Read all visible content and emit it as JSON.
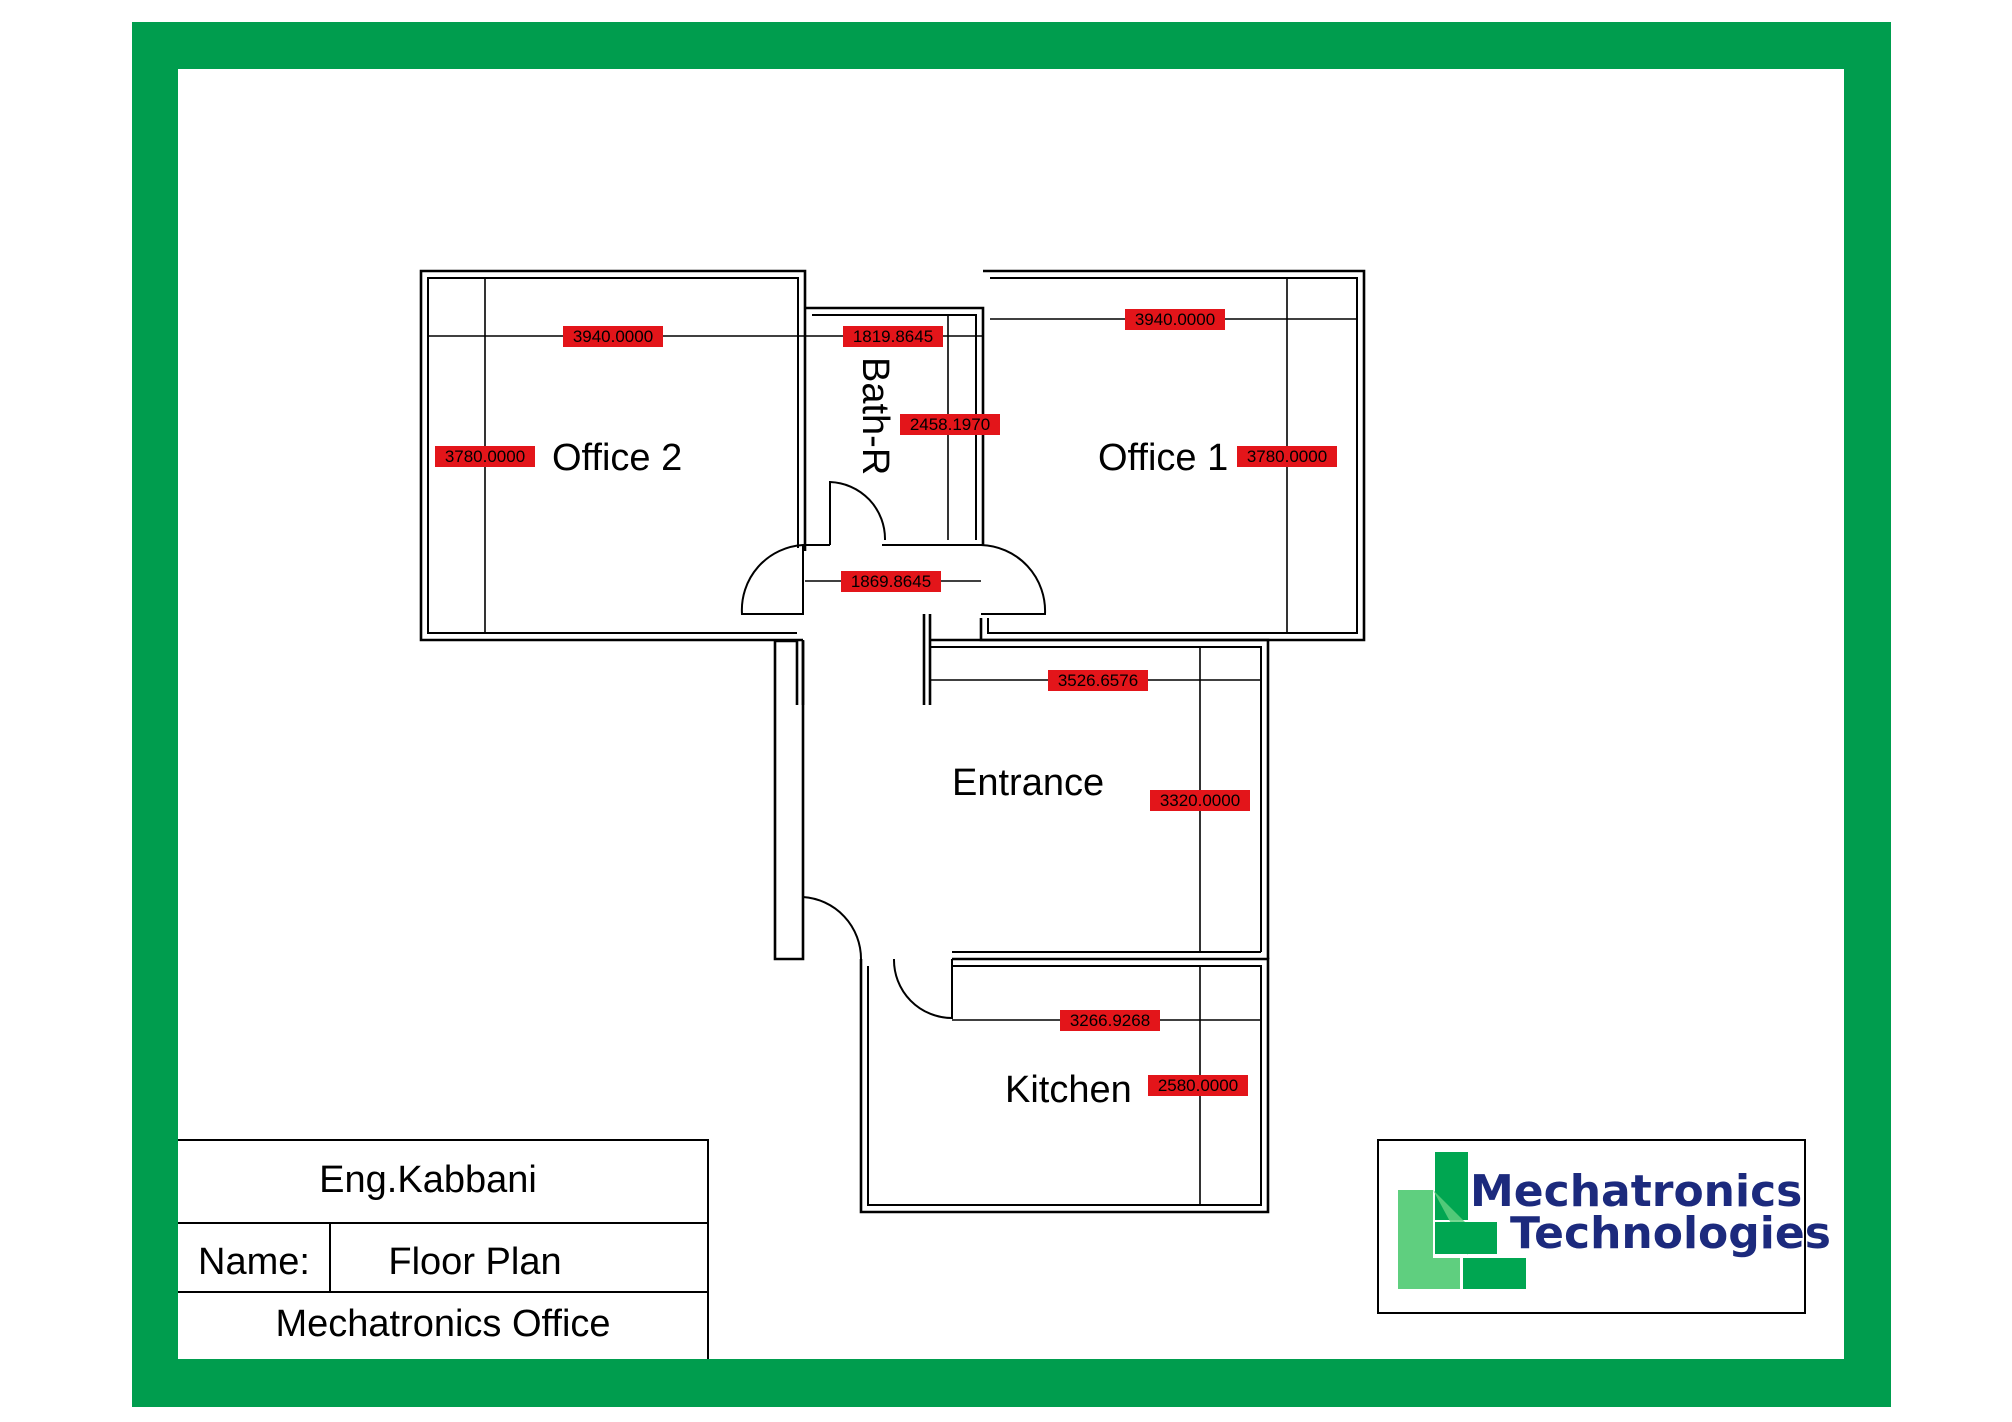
{
  "colors": {
    "frame_green": "#009d4e",
    "dimension_highlight": "#e3151a",
    "logo_text": "#1c2a7d",
    "logo_green_dark": "#00a651",
    "logo_green_light": "#5fcf7f"
  },
  "rooms": {
    "office2": "Office 2",
    "office1": "Office 1",
    "bath": "Bath-R",
    "entrance": "Entrance",
    "kitchen": "Kitchen"
  },
  "dimensions": {
    "office2_width": "3940.0000",
    "office2_height": "3780.0000",
    "bath_width": "1819.8645",
    "bath_height": "2458.1970",
    "corridor_width": "1869.8645",
    "office1_width": "3940.0000",
    "office1_height": "3780.0000",
    "entrance_width": "3526.6576",
    "entrance_height": "3320.0000",
    "kitchen_width": "3266.9268",
    "kitchen_height": "2580.0000"
  },
  "title_block": {
    "engineer": "Eng.Kabbani",
    "name_label": "Name:",
    "name_value": "Floor Plan",
    "project": "Mechatronics Office"
  },
  "logo": {
    "line1": "Mechatronics",
    "line2": "Technologies"
  }
}
